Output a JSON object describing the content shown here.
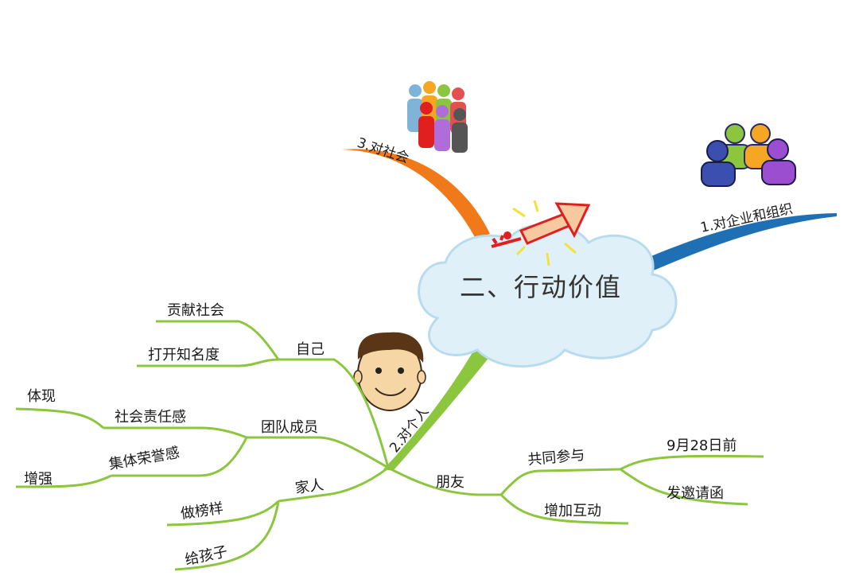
{
  "center": {
    "title": "二、行动价值"
  },
  "branches": {
    "org": {
      "label": "1.对企业和组织",
      "color": "#1f6fb5"
    },
    "personal": {
      "label": "2.对个人",
      "color": "#8cc63f"
    },
    "society": {
      "label": "3.对社会",
      "color": "#f07a1a"
    }
  },
  "personal": {
    "self": {
      "label": "自己",
      "children": [
        "贡献社会",
        "打开知名度"
      ]
    },
    "team": {
      "label": "团队成员",
      "children": [
        {
          "label": "社会责任感",
          "child": "体现"
        },
        {
          "label": "集体荣誉感",
          "child": "增强"
        }
      ]
    },
    "family": {
      "label": "家人",
      "children": [
        "做榜样",
        "给孩子"
      ]
    },
    "friends": {
      "label": "朋友",
      "children": [
        {
          "label": "共同参与",
          "children": [
            "9月28日前",
            "发邀请函"
          ]
        },
        {
          "label": "增加互动"
        }
      ]
    }
  },
  "colors": {
    "line_green": "#8cc63f",
    "cloud_fill": "#dff0f8",
    "cloud_stroke": "#b9dcec",
    "rocket_red": "#e0201e"
  },
  "icons": [
    "people-group-icon",
    "crowd-icon",
    "rocket-icon",
    "face-icon",
    "cloud-icon"
  ]
}
